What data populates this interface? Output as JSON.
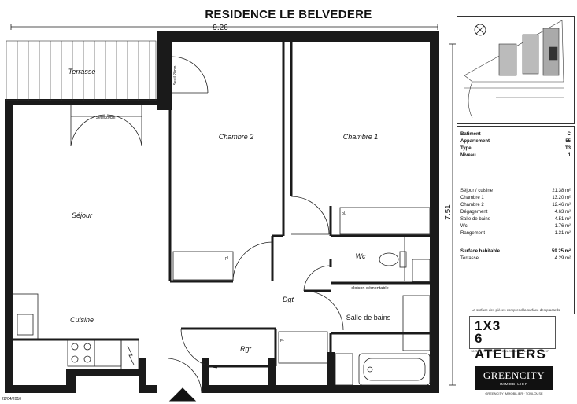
{
  "title": "RESIDENCE LE BELVEDERE",
  "dimensions": {
    "width_label": "9.26",
    "height_label": "7.51"
  },
  "rooms": {
    "terrasse": "Terrasse",
    "chambre2": "Chambre 2",
    "chambre1": "Chambre 1",
    "sejour": "Séjour",
    "cuisine": "Cuisine",
    "wc": "Wc",
    "dgt": "Dgt",
    "rgt": "Rgt",
    "salle_de_bains": "Salle de bains"
  },
  "annotations": {
    "seuil_terrasse": "Seuil 20cm",
    "seuil_chambre": "Seuil 20cm",
    "cloison": "cloison démontable",
    "placard": "pl."
  },
  "info": {
    "header": [
      {
        "label": "Batiment",
        "value": "C"
      },
      {
        "label": "Appartement",
        "value": "55"
      },
      {
        "label": "Type",
        "value": "T3"
      },
      {
        "label": "Niveau",
        "value": "1"
      }
    ],
    "areas": [
      {
        "label": "Séjour / cuisine",
        "value": "21.38 m²"
      },
      {
        "label": "Chambre 1",
        "value": "13.20 m²"
      },
      {
        "label": "Chambre 2",
        "value": "12.46 m²"
      },
      {
        "label": "Dégagement",
        "value": "4.63 m²"
      },
      {
        "label": "Salle de bains",
        "value": "4.51 m²"
      },
      {
        "label": "Wc",
        "value": "1.76 m²"
      },
      {
        "label": "Rangement",
        "value": "1.31 m²"
      }
    ],
    "surface": {
      "label": "Surface habitable",
      "value": "59.25 m²"
    },
    "terrasse": {
      "label": "Terrasse",
      "value": "4.29 m²"
    },
    "footnote": "La surface des pièces comprend la surface des placards"
  },
  "logos": {
    "ateliers_top": "1X3",
    "ateliers_bottom": "6 ATELIERS",
    "ateliers_address": "18 RUE DE ROME · TOULOUSE · TEL. 05 61 77 04 37",
    "green_brand": "GREENCITY",
    "green_sub": "IMMOBILIER",
    "green_footer": "GREENCITY IMMOBILIER · TOULOUSE"
  },
  "reference": "28/04/2010",
  "colors": {
    "wall": "#1a1a1a",
    "line": "#222222"
  }
}
